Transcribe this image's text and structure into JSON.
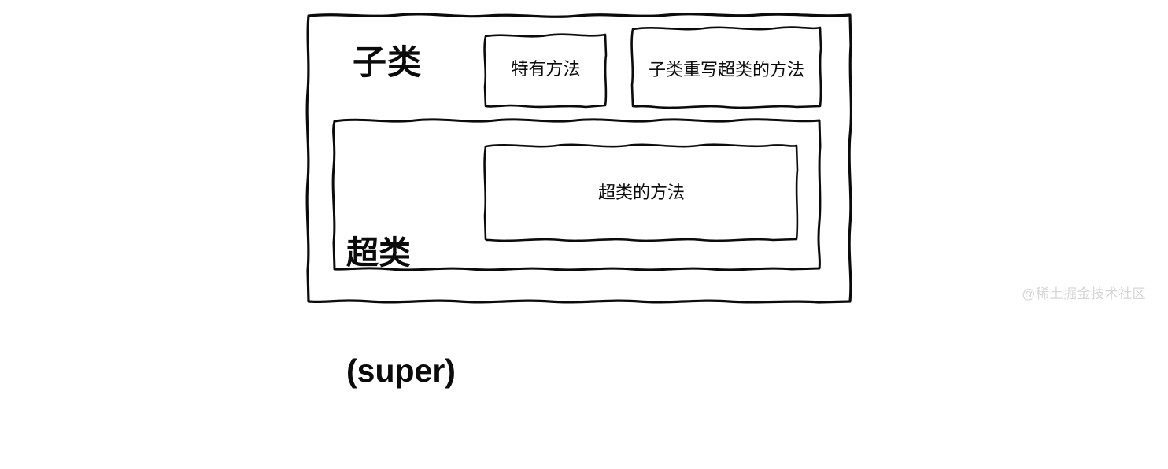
{
  "diagram": {
    "title_alt": "Java inheritance subclass / superclass sketch diagram",
    "style": "hand-drawn",
    "background_color": "#ffffff",
    "stroke_color": "#0b0b0b",
    "text_color": "#0b0b0b",
    "subclass": {
      "label": "子类",
      "boxes": [
        {
          "key": "unique_method",
          "label": "特有方法"
        },
        {
          "key": "override_method",
          "label": "子类重写超类的方法"
        }
      ]
    },
    "superclass": {
      "label_line1": "超类",
      "label_line2": "(super)",
      "boxes": [
        {
          "key": "super_method",
          "label": "超类的方法"
        }
      ]
    }
  },
  "watermark": {
    "text": "@稀土掘金技术社区",
    "color": "#d6d6d6"
  }
}
